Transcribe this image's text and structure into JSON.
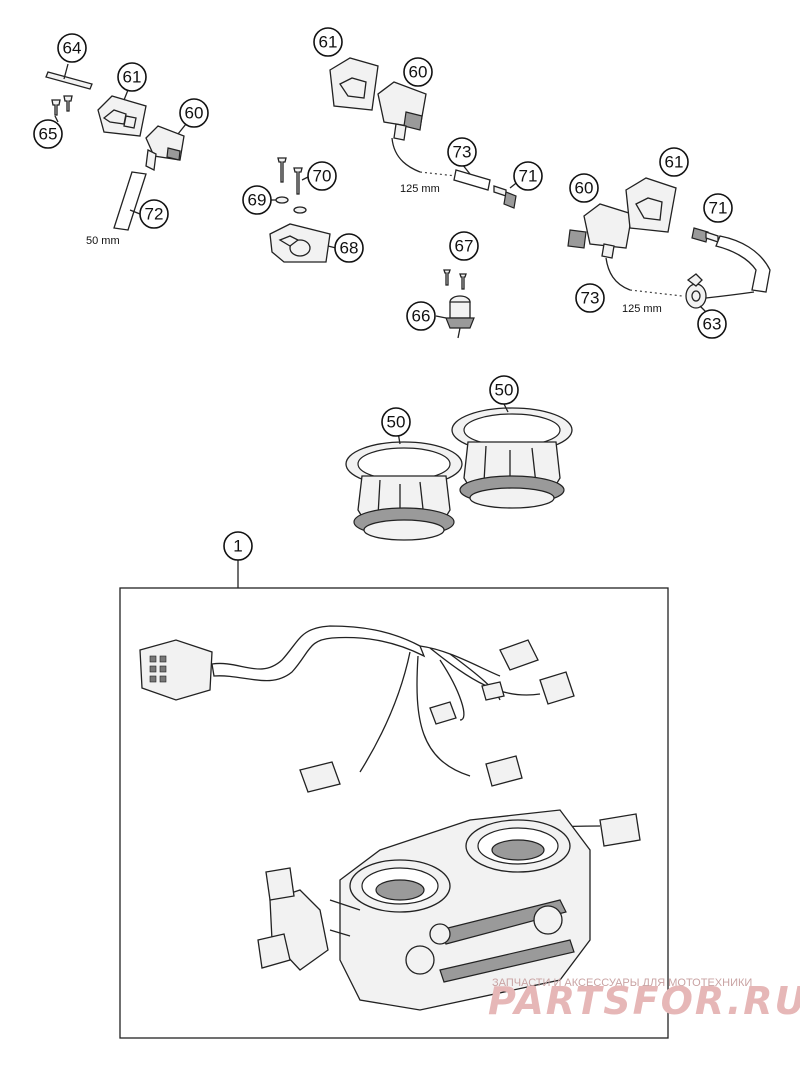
{
  "callouts": [
    "64",
    "61",
    "60",
    "65",
    "72",
    "61",
    "60",
    "73",
    "71",
    "70",
    "69",
    "68",
    "67",
    "66",
    "60",
    "61",
    "71",
    "73",
    "63",
    "50",
    "50",
    "1"
  ],
  "dimensions": [
    "50 mm",
    "125 mm",
    "125 mm"
  ],
  "watermark": {
    "tagline": "ЗАПЧАСТИ И АКСЕССУАРЫ ДЛЯ МОТОТЕХНИКИ",
    "brand": "PARTSFOR.RU"
  },
  "colors": {
    "ink": "#111111",
    "watermark": "#e6b7b7"
  }
}
